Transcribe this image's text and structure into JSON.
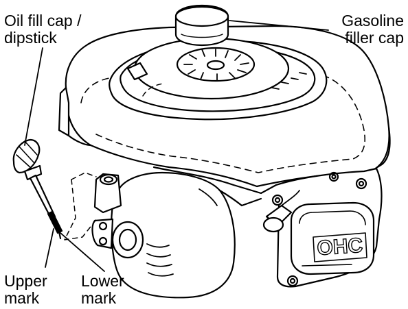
{
  "callouts": {
    "oil_fill": {
      "line1": "Oil fill cap /",
      "line2": "dipstick"
    },
    "gasoline_filler": {
      "line1": "Gasoline",
      "line2": "filler cap"
    },
    "upper_mark": {
      "line1": "Upper",
      "line2": "mark"
    },
    "lower_mark": {
      "line1": "Lower",
      "line2": "mark"
    }
  },
  "engine": {
    "badge_text": "OHC"
  },
  "colors": {
    "ink": "#000000",
    "paper": "#ffffff"
  }
}
